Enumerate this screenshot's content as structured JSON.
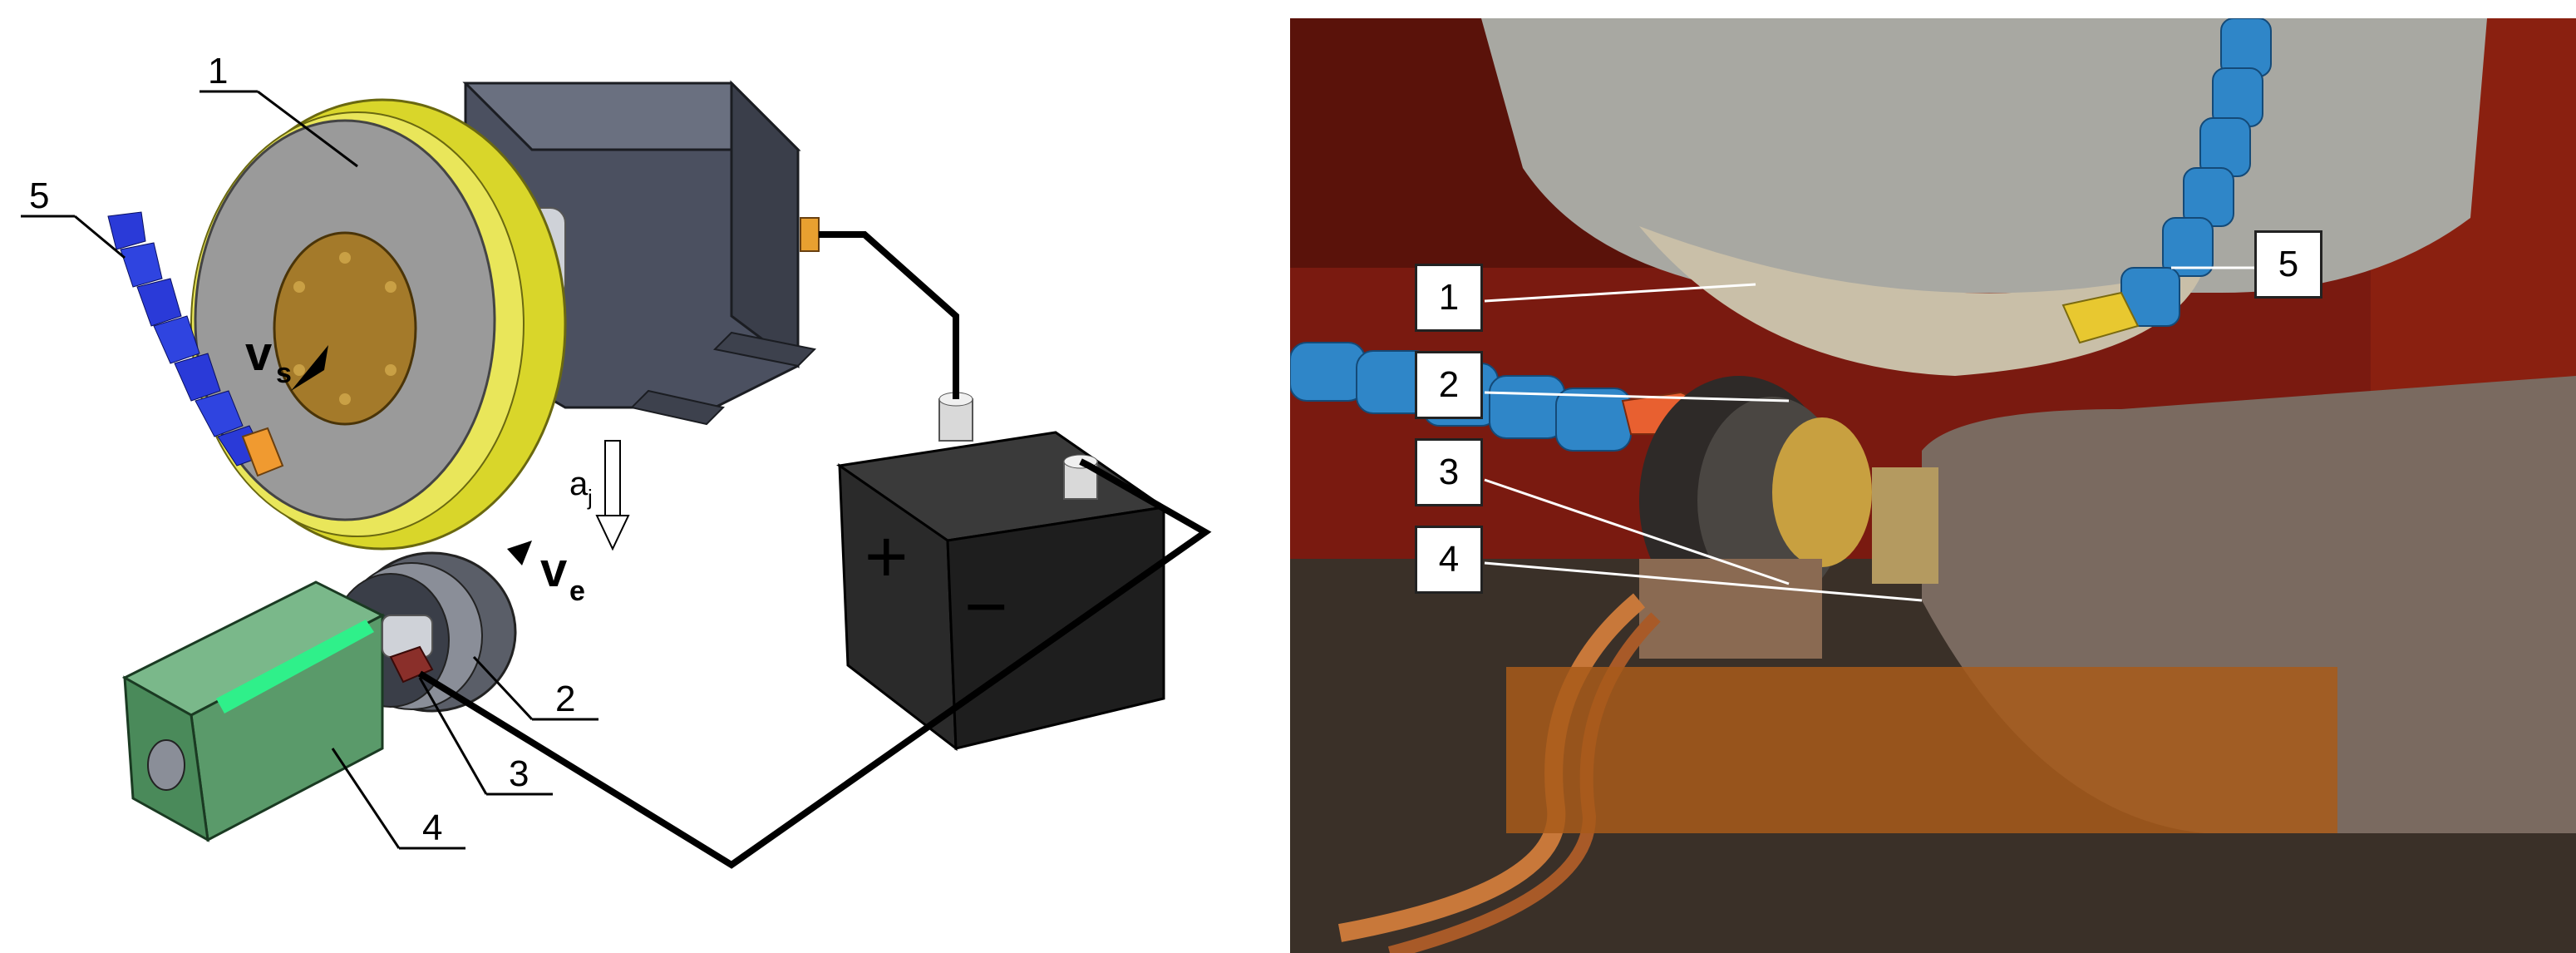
{
  "schematic": {
    "labels": [
      "1",
      "2",
      "3",
      "4",
      "5"
    ],
    "velocity_wheel": "v",
    "velocity_wheel_sub": "s",
    "velocity_electrode": "v",
    "velocity_electrode_sub": "e",
    "feed": "a",
    "feed_sub": "j",
    "battery_plus": "+",
    "battery_minus": "−"
  },
  "photo": {
    "labels": [
      "1",
      "2",
      "3",
      "4",
      "5"
    ]
  },
  "colors": {
    "wheel_rim": "#d9d62a",
    "wheel_face": "#9a9a9a",
    "hub": "#a47a2a",
    "spindle_housing": "#4b5060",
    "nozzle": "#2a3ad8",
    "nozzle_tip": "#f09a30",
    "battery": "#1e1e1e",
    "motor": "#5a9a6a",
    "motor_stripe": "#2ff08a",
    "brush": "#8a2f2a",
    "photo_bg": "#7a1a10",
    "photo_coolant": "#2f86c8"
  }
}
